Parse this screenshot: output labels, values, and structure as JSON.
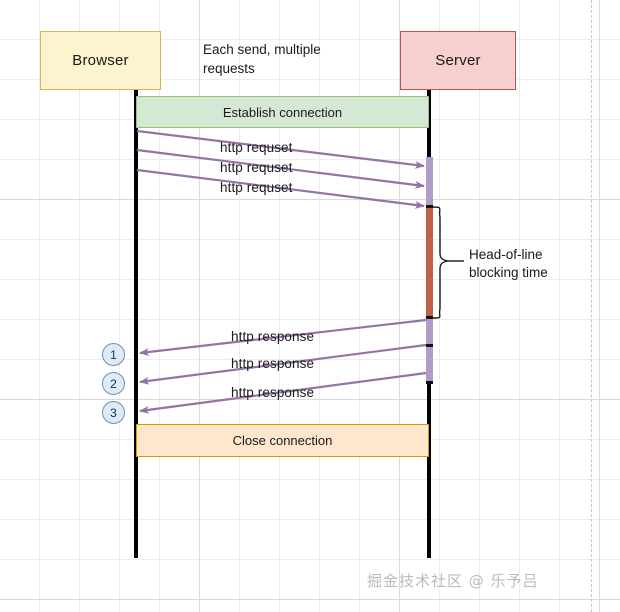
{
  "diagram": {
    "participants": [
      {
        "id": "browser",
        "label": "Browser"
      },
      {
        "id": "server",
        "label": "Server"
      }
    ],
    "notes": {
      "top_note": "Each send, multiple\nrequests",
      "head_of_line": "Head-of-line\nblocking time"
    },
    "phases": [
      {
        "id": "establish",
        "label": "Establish connection"
      },
      {
        "id": "close",
        "label": "Close connection"
      }
    ],
    "requests": [
      {
        "label": "http requset"
      },
      {
        "label": "http requset"
      },
      {
        "label": "http requset"
      }
    ],
    "responses": [
      {
        "label": "http response",
        "marker": "1"
      },
      {
        "label": "http response",
        "marker": "2"
      },
      {
        "label": "http response",
        "marker": "3"
      }
    ],
    "markers": [
      "1",
      "2",
      "3"
    ],
    "colors": {
      "browser_fill": "#fdf3cf",
      "browser_stroke": "#d6b656",
      "server_fill": "#f6cfcf",
      "server_stroke": "#b85450",
      "establish_fill": "#d5e8d4",
      "establish_stroke": "#9ac17c",
      "close_fill": "#ffe6cc",
      "close_stroke": "#d79b00",
      "arrow": "#9673a6",
      "lifeline": "#000000",
      "activation_idle": "#b09cc7",
      "activation_blocking": "#c0604a",
      "marker_fill": "#dfeaf7",
      "marker_stroke": "#6a8fc4",
      "grid": "#eceded"
    }
  },
  "watermark": {
    "text": "掘金技术社区 @ 乐予吕"
  }
}
